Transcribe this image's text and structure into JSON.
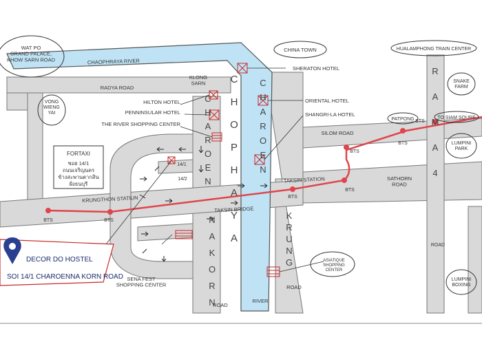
{
  "colors": {
    "background": "#ffffff",
    "road": "#d9d9d9",
    "road_outline": "#777777",
    "river": "#bfe3f5",
    "bts_line": "#e0444c",
    "hostel_pin": "#2a3f8f",
    "hostel_text": "#1a2a6a"
  },
  "places": {
    "wat_po": "WAT PO\nGRAND PALACE,\nKHOW SARN ROAD",
    "china_town": "CHINA TOWN",
    "hualamphong": "HUALAMPHONG TRAIN CENTER",
    "snake_farm": "SNAKE\nFARM",
    "lumpini_park": "LUMPINI\nPARK",
    "lumpini_boxing": "LUMPINI\nBOXING",
    "vong_wieng_yai": "VONG\nWIENG\nYAI",
    "klong_sarn": "KLONG\nSARN",
    "patpong": "PATPONG",
    "to_siam": "TO SIAM SQURE"
  },
  "hotels": {
    "sheraton": "SHERATON HOTEL",
    "oriental": "ORIENTAL HOTEL",
    "shangri_la": "SHANGRI-LA HOTEL",
    "hilton": "HILTON HOTEL",
    "penninsular": "PENNINSULAR HOTEL",
    "river_center": "THE RIVER SHOPPING CENTER",
    "sena_fest": "SENA FEST\nSHOPPING CENTER",
    "asiatique": "ASIATIQUE\nSHOPPING\nCENTER"
  },
  "roads": {
    "chaophraya_river": "CHAOPHRAYA RIVER",
    "radya_road": "RADYA ROAD",
    "charoen_left": "CHAROEN",
    "chophaya": "CHOPHAYA",
    "charoen_right": "CHAROEN",
    "silom_road": "SILOM ROAD",
    "sathorn_road": "SATHORN\nROAD",
    "rama_4": "RAMA4",
    "road_right": "ROAD",
    "krungthon": "KRUNGTHON STATIUN",
    "taksin_station": "TAKSIN STATION",
    "taksin_bridge": "TAKSIN BRIDGE",
    "soi_14_2": "14/2",
    "soi_14_1": "14/1",
    "na_korn": "NAKORN",
    "krung": "KRUNG",
    "road_na_korn": "ROAD",
    "river_label": "RIVER",
    "road_krung": "ROAD"
  },
  "bts_labels": [
    "BTS",
    "BTS",
    "BTS",
    "BTS",
    "BTS",
    "BTS",
    "BTS"
  ],
  "taxi_note": {
    "title": "FORTAXI",
    "lines": [
      "ซอย 14/1",
      "ถนนเจริญนคร",
      "ข้างสะพานตากสิน",
      "ฝั่งธนบุรี"
    ]
  },
  "hostel": {
    "name": "DECOR DO HOSTEL",
    "address": "SOI 14/1 CHAROENNA KORN ROAD"
  }
}
